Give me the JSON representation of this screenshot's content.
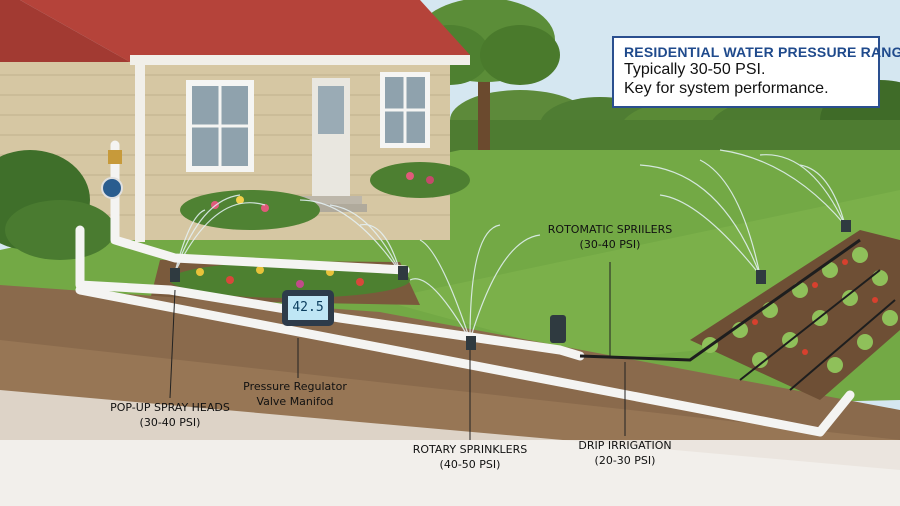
{
  "info_box": {
    "title": "RESIDENTIAL WATER PRESSURE RANGE",
    "line1": "Typically 30-50 PSI.",
    "line2": "Key for system performance."
  },
  "gauge": {
    "display": "42.5"
  },
  "labels": {
    "popup": {
      "name": "POP-UP SPRAY HEADS",
      "psi": "(30-40 PSI)"
    },
    "regulator": {
      "line1": "Pressure Regulator",
      "line2": "Valve Manifod"
    },
    "rotary": {
      "name": "ROTARY SPRINKLERS",
      "psi": "(40-50 PSI)"
    },
    "rotomatic": {
      "name": "ROTOMATIC SPRIILERS",
      "psi": "(30-40 PSI)"
    },
    "drip": {
      "name": "DRIP IRRIGATION",
      "psi": "(20-30 PSI)"
    }
  },
  "colors": {
    "sky": "#cfe3ef",
    "roof": "#b5433a",
    "siding": "#d8c9a6",
    "grass": "#6fa441",
    "soil": "#8a6a4c",
    "pipe": "#f4f4f2",
    "box_border": "#2a4f8f",
    "box_title": "#1f4a8c"
  }
}
